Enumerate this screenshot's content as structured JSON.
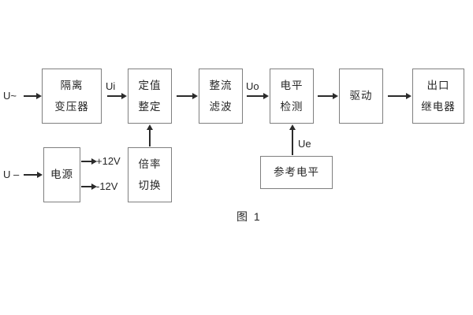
{
  "diagram": {
    "caption": "图 1",
    "colors": {
      "line": "#2b2b2b",
      "box_border": "#7f7f7f",
      "text": "#262626",
      "background": "#ffffff"
    },
    "inputs": {
      "ac_label": "U~",
      "dc_label": "U –"
    },
    "boxes": {
      "transformer": {
        "line1": "隔离",
        "line2": "变压器"
      },
      "setpoint": {
        "line1": "定值",
        "line2": "整定"
      },
      "rectifier": {
        "line1": "整流",
        "line2": "滤波"
      },
      "level_detect": {
        "line1": "电平",
        "line2": "检测"
      },
      "drive": {
        "line1": "驱动"
      },
      "output_relay": {
        "line1": "出口",
        "line2": "继电器"
      },
      "power": {
        "line1": "电源"
      },
      "ratio_switch": {
        "line1": "倍率",
        "line2": "切换"
      },
      "reference_level": {
        "line1": "参考电平"
      }
    },
    "signal_labels": {
      "ui": "Ui",
      "uo": "Uo",
      "ue": "Ue",
      "plus12v": "+12V",
      "minus12v": "-12V"
    }
  }
}
